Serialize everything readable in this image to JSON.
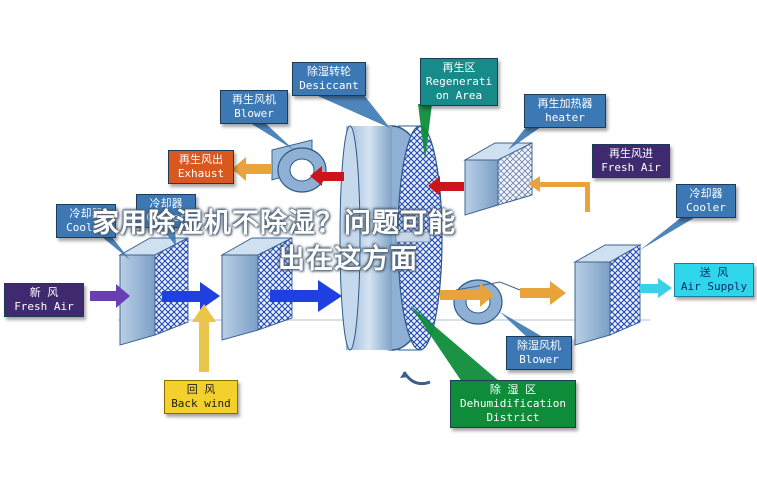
{
  "labels": {
    "desiccant": {
      "zh": "除湿转轮",
      "en": "Desiccant"
    },
    "regeneration_area": {
      "zh": "再生区",
      "en1": "Regenerati",
      "en2": "on Area"
    },
    "regen_blower": {
      "zh": "再生风机",
      "en": "Blower"
    },
    "regen_heater": {
      "zh": "再生加热器",
      "en": "heater"
    },
    "regen_exhaust": {
      "zh": "再生风出",
      "en": "Exhaust"
    },
    "regen_fresh_air": {
      "zh": "再生风进",
      "en": "Fresh Air"
    },
    "cooler_left_a": {
      "zh": "冷却器",
      "en": "Cooler"
    },
    "cooler_left_b": {
      "zh": "冷却器",
      "en": "Cooler"
    },
    "cooler_right": {
      "zh": "冷却器",
      "en": "Cooler"
    },
    "fresh_air": {
      "zh": "新   风",
      "en": "Fresh Air"
    },
    "air_supply": {
      "zh": "送  风",
      "en": "Air Supply"
    },
    "back_wind": {
      "zh": "回   风",
      "en": "Back wind"
    },
    "dehum_blower": {
      "zh": "除湿风机",
      "en": "Blower"
    },
    "dehum_district": {
      "zh": "除   湿   区",
      "en1": "Dehumidification",
      "en2": "District"
    }
  },
  "overlay_title": {
    "line1": "家用除湿机不除湿？问题可能",
    "line2": "出在这方面"
  },
  "colors": {
    "label_blue": "#3b78b4",
    "label_navy": "#3f2a6f",
    "label_orange": "#d8581f",
    "label_cyan": "#2fd6e9",
    "label_yellow": "#f3d02b",
    "label_green": "#0f8c3a",
    "arrow_blue": "#1f3fe0",
    "arrow_orange": "#e8a33a",
    "arrow_red": "#c9151b",
    "arrow_yellow": "#e9c64a",
    "arrow_cyan": "#3ad1e6",
    "arrow_purple": "#6a3fb5"
  }
}
